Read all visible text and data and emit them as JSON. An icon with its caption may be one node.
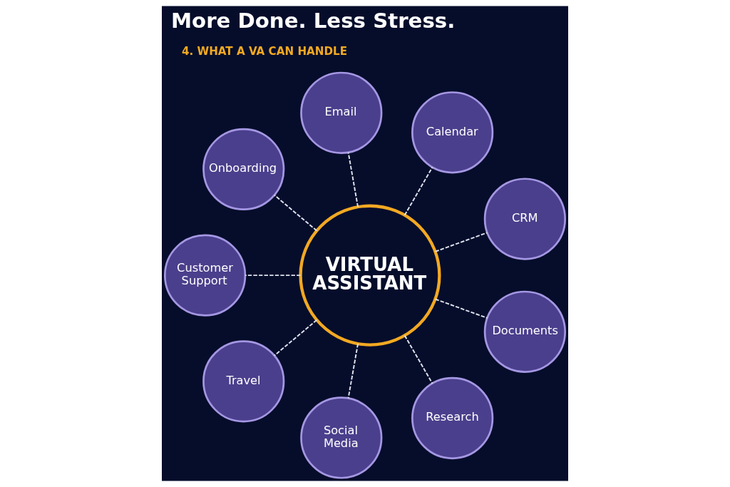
{
  "diagram": {
    "title": "More Done. Less Stress.",
    "nodes": [
      {
        "text": [
          "Onboarding"
        ]
      },
      {
        "text": [
          "Email"
        ]
      },
      {
        "text": [
          "Calendar"
        ]
      },
      {
        "text": [
          "Customer Support"
        ]
      },
      {
        "text": [
          "VIRTUAL ASSISTANT"
        ]
      },
      {
        "text": [
          "CRM"
        ]
      },
      {
        "text": [
          "Travel"
        ]
      },
      {
        "text": [
          "Documents"
        ]
      },
      {
        "text": [
          "Social Media"
        ]
      },
      {
        "text": [
          "Research"
        ]
      }
    ],
    "edges": [
      {
        "from": 4,
        "to": 1,
        "arrow": "none",
        "style": "dashed"
      },
      {
        "from": 4,
        "to": 2,
        "arrow": "none",
        "style": "dashed"
      },
      {
        "from": 4,
        "to": 5,
        "arrow": "none",
        "style": "dashed"
      },
      {
        "from": 4,
        "to": 7,
        "arrow": "none",
        "style": "dashed"
      },
      {
        "from": 4,
        "to": 9,
        "arrow": "none",
        "style": "dashed"
      },
      {
        "from": 4,
        "to": 8,
        "arrow": "none",
        "style": "dashed"
      },
      {
        "from": 4,
        "to": 6,
        "arrow": "none",
        "style": "dashed"
      },
      {
        "from": 4,
        "to": 3,
        "arrow": "none",
        "style": "dashed"
      },
      {
        "from": 4,
        "to": 0,
        "arrow": "none",
        "style": "dashed"
      }
    ],
    "labels": [
      "4. WHAT A VA CAN HANDLE"
    ]
  }
}
